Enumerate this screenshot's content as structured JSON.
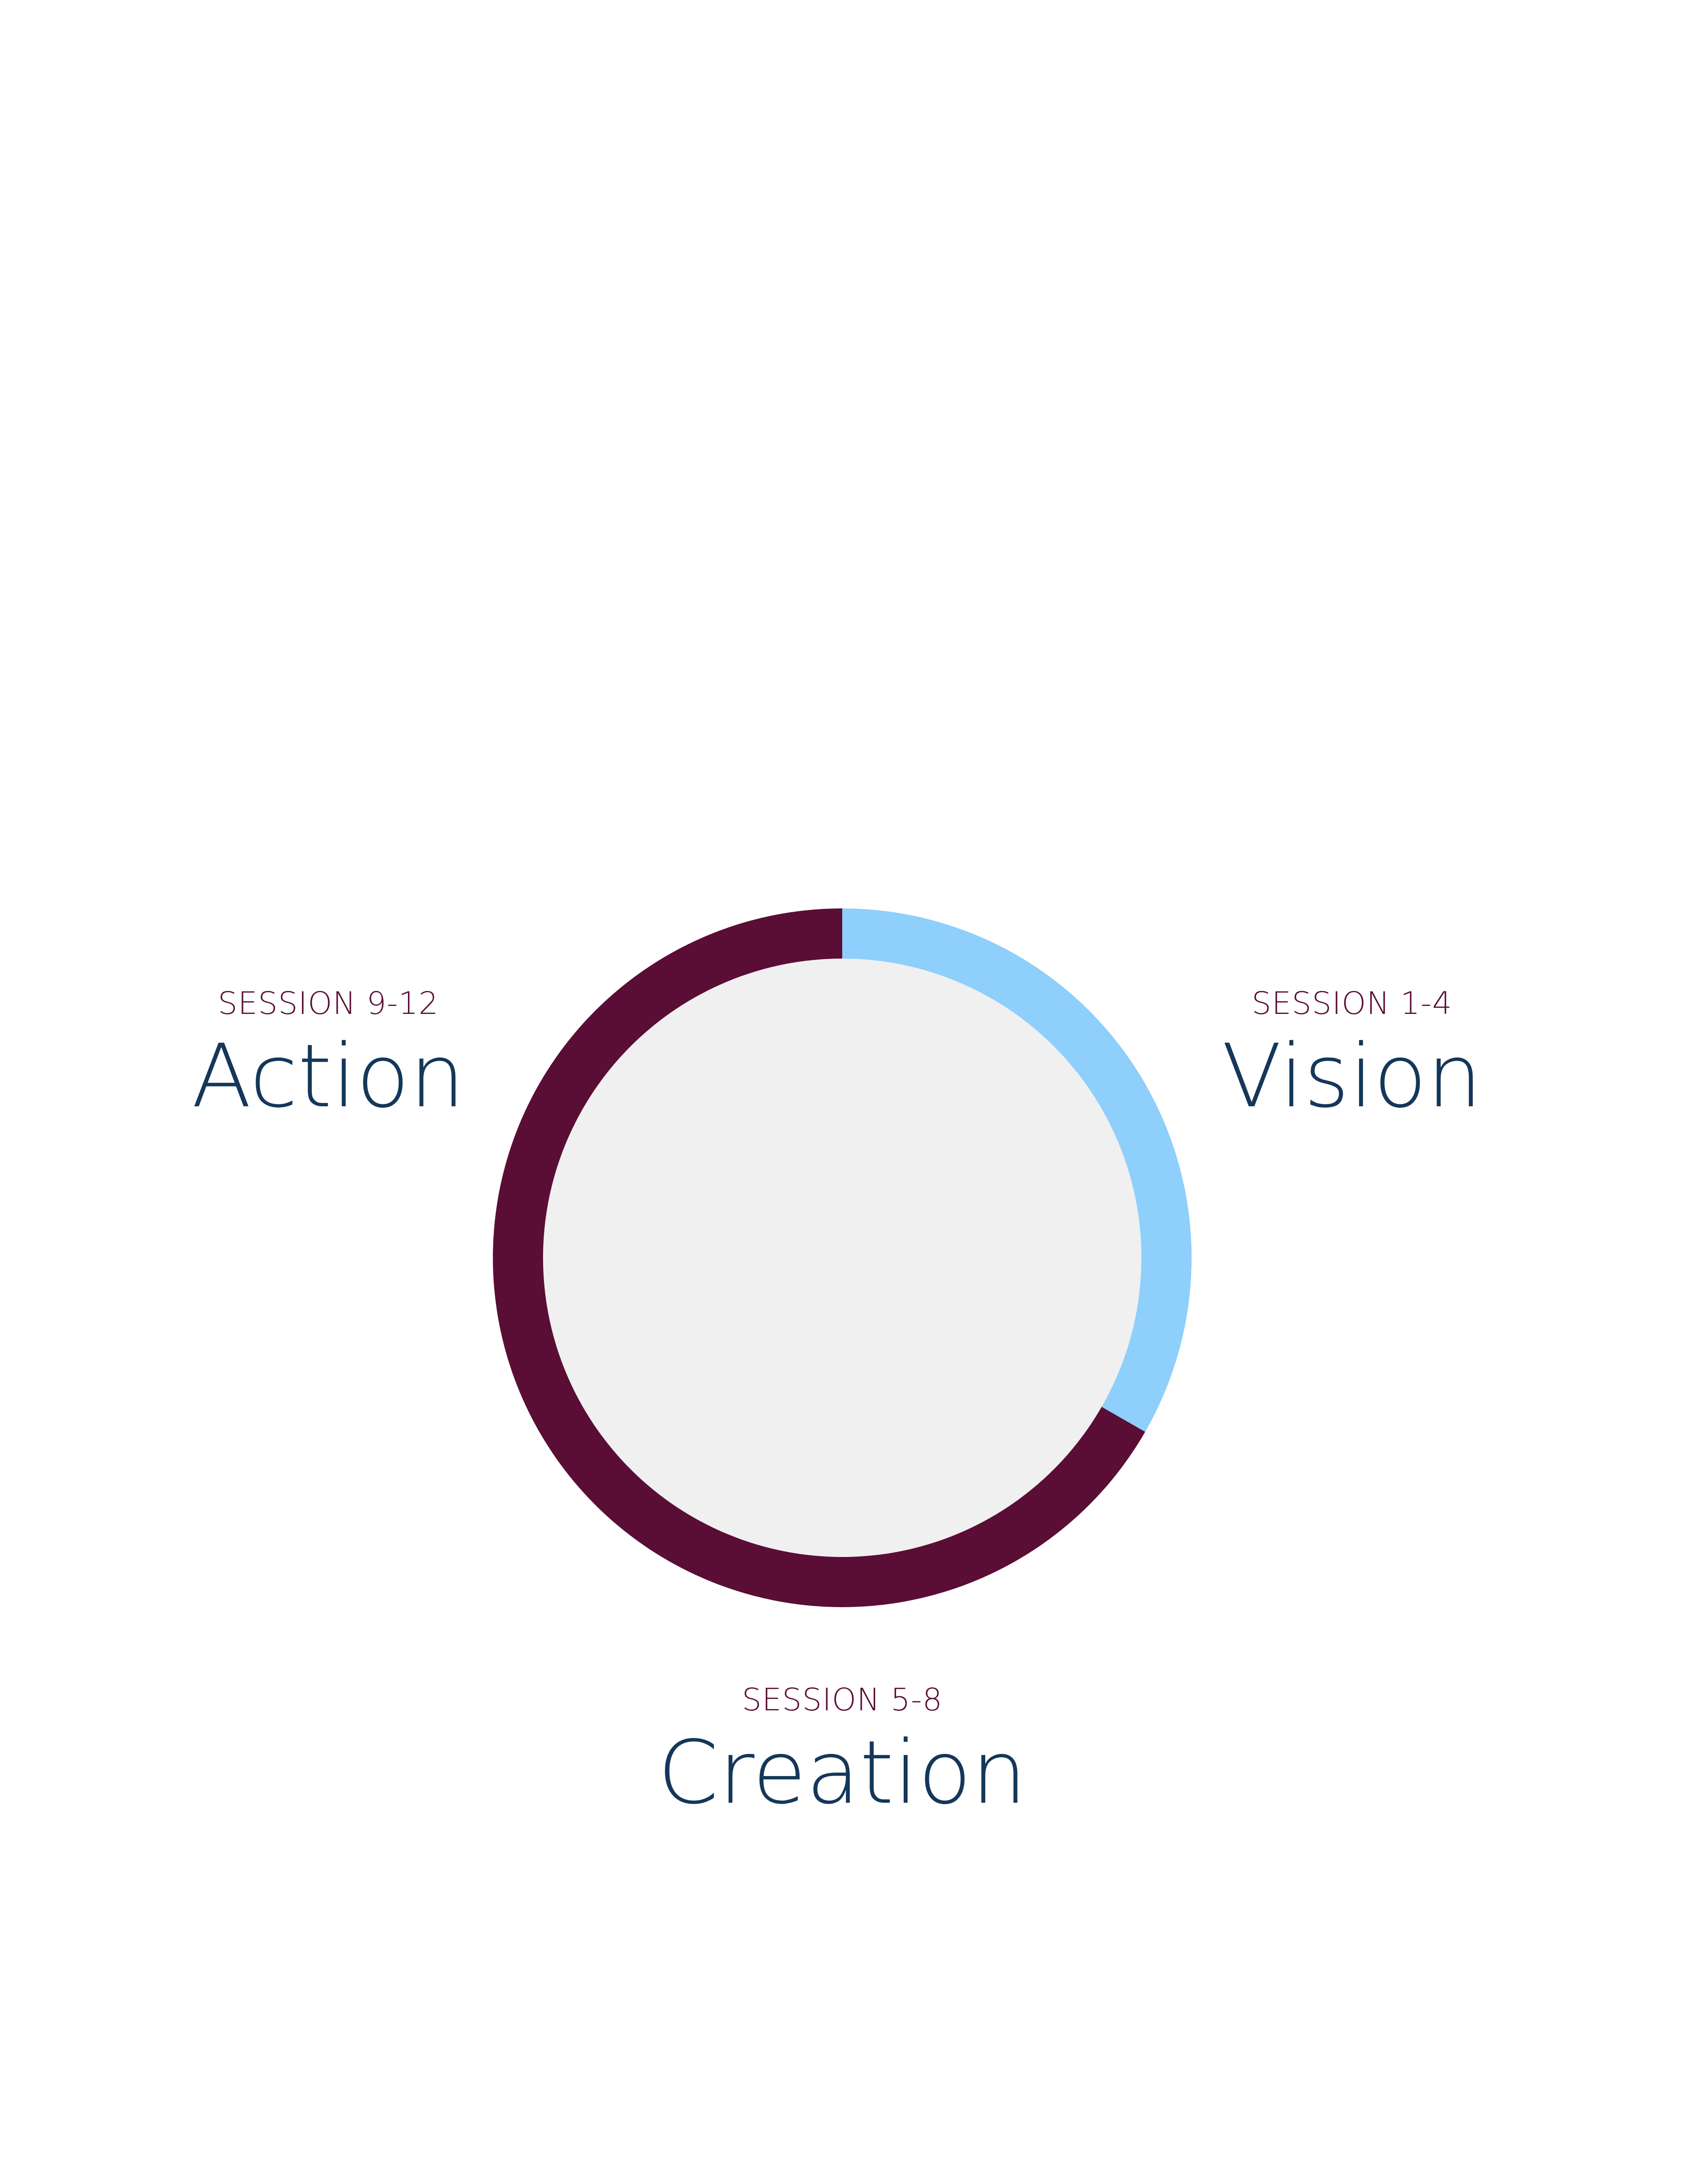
{
  "colors": {
    "inner_fill": "#f0f0f0",
    "session_text": "#5a0d35",
    "title_text": "#14375a"
  },
  "chart_data": {
    "type": "pie",
    "segments": [
      {
        "label": "Vision",
        "session": "SESSION 1-4",
        "fraction": 0.333,
        "color": "#8ecffc"
      },
      {
        "label": "Creation",
        "session": "SESSION 5-8",
        "fraction": 0.667,
        "color": "#5a0d35"
      }
    ]
  },
  "phases": {
    "action": {
      "session": "SESSION 9-12",
      "title": "Action"
    },
    "vision": {
      "session": "SESSION 1-4",
      "title": "Vision"
    },
    "creation": {
      "session": "SESSION 5-8",
      "title": "Creation"
    }
  }
}
